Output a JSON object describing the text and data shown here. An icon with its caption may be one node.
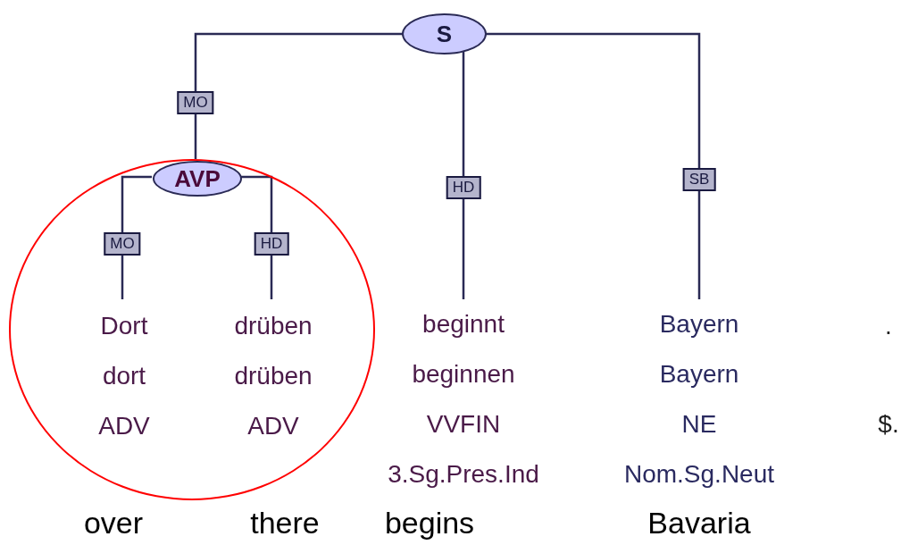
{
  "diagram": {
    "nodes": [
      {
        "text": [
          "S"
        ]
      },
      {
        "text": [],
        "shape": "circle"
      },
      {
        "text": [
          "AVP"
        ],
        "in": 1
      },
      {
        "text": [
          "Dort",
          "dort",
          "ADV"
        ],
        "in": 1
      },
      {
        "text": [
          "drüben",
          "drüben",
          "ADV"
        ],
        "in": 1
      },
      {
        "text": [
          "beginnt",
          "beginnen",
          "VVFIN",
          "3.Sg.Pres.Ind"
        ]
      },
      {
        "text": [
          "Bayern",
          "Bayern",
          "NE",
          "Nom.Sg.Neut"
        ]
      }
    ],
    "edges": [
      {
        "from": 0,
        "to": 2,
        "arrow": "none",
        "label": "MO"
      },
      {
        "from": 0,
        "to": 5,
        "arrow": "none",
        "label": "HD"
      },
      {
        "from": 0,
        "to": 6,
        "arrow": "none",
        "label": "SB"
      },
      {
        "from": 2,
        "to": 3,
        "arrow": "none",
        "label": "MO"
      },
      {
        "from": 2,
        "to": 4,
        "arrow": "none",
        "label": "HD"
      }
    ],
    "labels": [
      ".",
      "$.",
      "over",
      "there",
      "begins",
      "Bavaria"
    ]
  }
}
